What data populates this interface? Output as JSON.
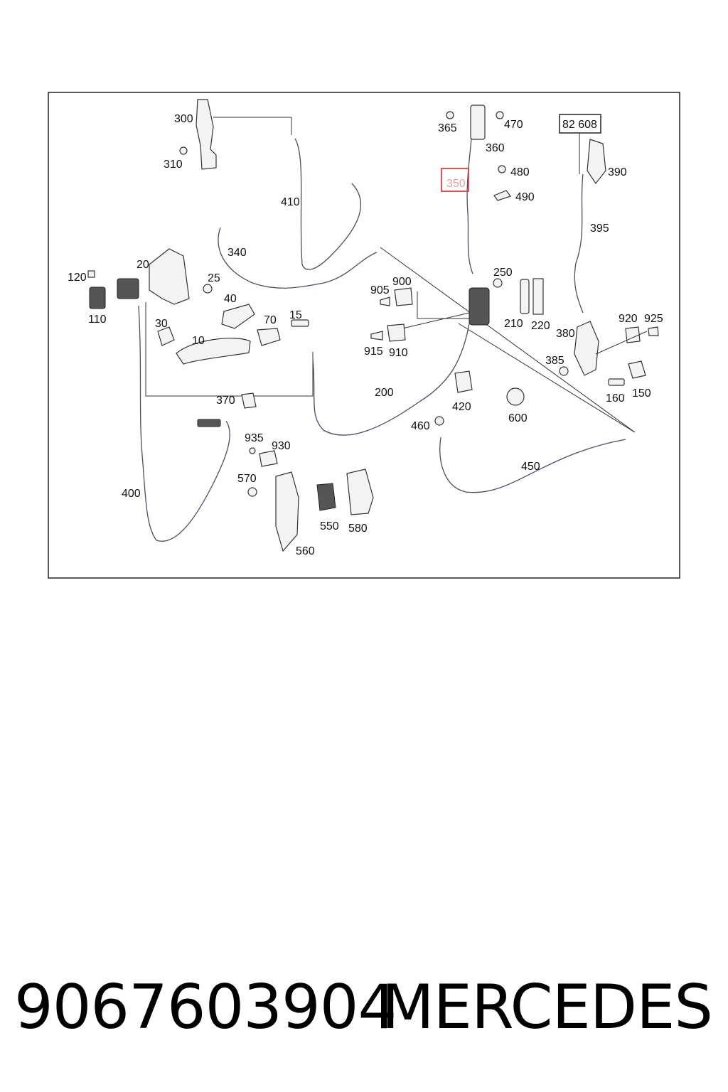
{
  "diagram": {
    "labels": {
      "l300": "300",
      "l310": "310",
      "l410": "410",
      "l340": "340",
      "l365": "365",
      "l470": "470",
      "l360": "360",
      "l480": "480",
      "l350": "350",
      "l490": "490",
      "l82608": "82 608",
      "l390": "390",
      "l395": "395",
      "l120": "120",
      "l20": "20",
      "l25": "25",
      "l110": "110",
      "l40": "40",
      "l30": "30",
      "l70": "70",
      "l15": "15",
      "l10": "10",
      "l905": "905",
      "l900": "900",
      "l250": "250",
      "l210": "210",
      "l220": "220",
      "l915": "915",
      "l910": "910",
      "l920": "920",
      "l925": "925",
      "l380": "380",
      "l385": "385",
      "l160": "160",
      "l150": "150",
      "l200": "200",
      "l420": "420",
      "l600": "600",
      "l370": "370",
      "l460": "460",
      "l935": "935",
      "l930": "930",
      "l450": "450",
      "l570": "570",
      "l400": "400",
      "l550": "550",
      "l580": "580",
      "l560": "560"
    },
    "highlighted_label": "350",
    "highlight_color": "#e04040"
  },
  "footer": {
    "part_number": "9067603904",
    "brand": "MERCEDES"
  }
}
